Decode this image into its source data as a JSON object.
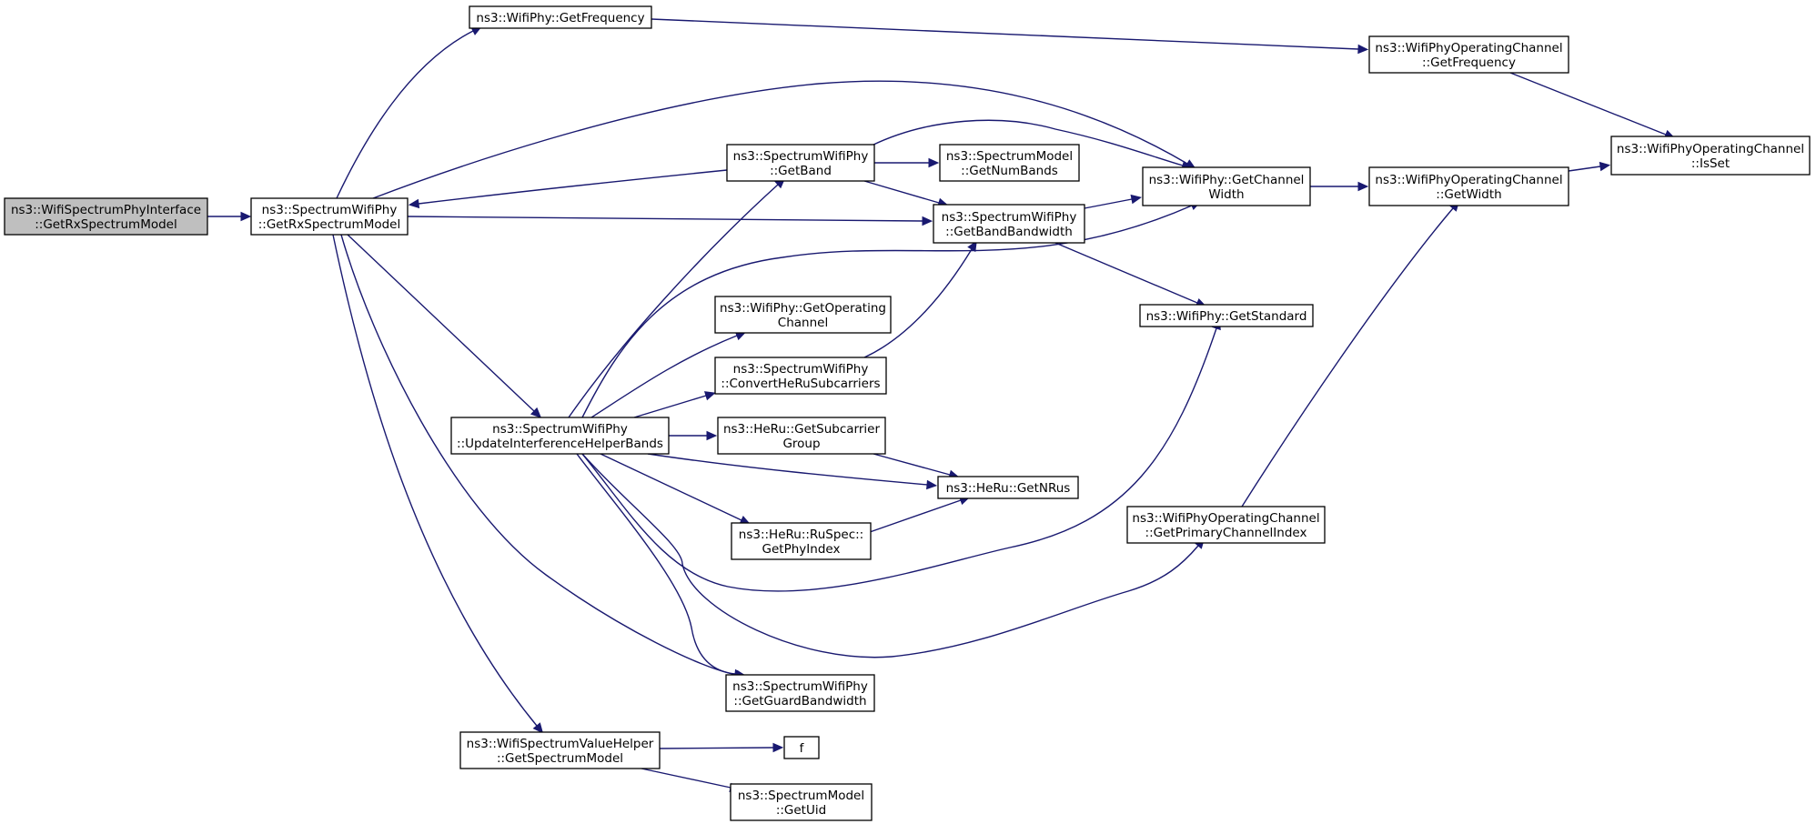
{
  "nodes": [
    {
      "id": "root",
      "lines": [
        "ns3::WifiSpectrumPhyInterface",
        "::GetRxSpectrumModel"
      ],
      "root": true
    },
    {
      "id": "sp_getrx",
      "lines": [
        "ns3::SpectrumWifiPhy",
        "::GetRxSpectrumModel"
      ]
    },
    {
      "id": "wp_getfreq",
      "lines": [
        "ns3::WifiPhy::GetFrequency"
      ]
    },
    {
      "id": "woc_getfreq",
      "lines": [
        "ns3::WifiPhyOperatingChannel",
        "::GetFrequency"
      ]
    },
    {
      "id": "woc_isset",
      "lines": [
        "ns3::WifiPhyOperatingChannel",
        "::IsSet"
      ]
    },
    {
      "id": "sp_getband",
      "lines": [
        "ns3::SpectrumWifiPhy",
        "::GetBand"
      ]
    },
    {
      "id": "sm_numbands",
      "lines": [
        "ns3::SpectrumModel",
        "::GetNumBands"
      ]
    },
    {
      "id": "wp_chwidth",
      "lines": [
        "ns3::WifiPhy::GetChannel",
        "Width"
      ]
    },
    {
      "id": "woc_getwidth",
      "lines": [
        "ns3::WifiPhyOperatingChannel",
        "::GetWidth"
      ]
    },
    {
      "id": "sp_bandbw",
      "lines": [
        "ns3::SpectrumWifiPhy",
        "::GetBandBandwidth"
      ]
    },
    {
      "id": "wp_getopch",
      "lines": [
        "ns3::WifiPhy::GetOperating",
        "Channel"
      ]
    },
    {
      "id": "wp_getstd",
      "lines": [
        "ns3::WifiPhy::GetStandard"
      ]
    },
    {
      "id": "sp_convert",
      "lines": [
        "ns3::SpectrumWifiPhy",
        "::ConvertHeRuSubcarriers"
      ]
    },
    {
      "id": "sp_update",
      "lines": [
        "ns3::SpectrumWifiPhy",
        "::UpdateInterferenceHelperBands"
      ]
    },
    {
      "id": "heru_subgrp",
      "lines": [
        "ns3::HeRu::GetSubcarrier",
        "Group"
      ]
    },
    {
      "id": "heru_nrus",
      "lines": [
        "ns3::HeRu::GetNRus"
      ]
    },
    {
      "id": "heru_phyidx",
      "lines": [
        "ns3::HeRu::RuSpec::",
        "GetPhyIndex"
      ]
    },
    {
      "id": "woc_primary",
      "lines": [
        "ns3::WifiPhyOperatingChannel",
        "::GetPrimaryChannelIndex"
      ]
    },
    {
      "id": "sp_guardbw",
      "lines": [
        "ns3::SpectrumWifiPhy",
        "::GetGuardBandwidth"
      ]
    },
    {
      "id": "wsvh_getsm",
      "lines": [
        "ns3::WifiSpectrumValueHelper",
        "::GetSpectrumModel"
      ]
    },
    {
      "id": "f",
      "lines": [
        "f"
      ]
    },
    {
      "id": "sm_getuid",
      "lines": [
        "ns3::SpectrumModel",
        "::GetUid"
      ]
    }
  ],
  "edges": [
    {
      "from": "root",
      "to": "sp_getrx"
    },
    {
      "from": "sp_getrx",
      "to": "wp_getfreq"
    },
    {
      "from": "sp_getrx",
      "to": "wp_chwidth"
    },
    {
      "from": "sp_getrx",
      "to": "sp_bandbw"
    },
    {
      "from": "sp_getrx",
      "to": "sp_update"
    },
    {
      "from": "sp_getrx",
      "to": "sp_guardbw"
    },
    {
      "from": "sp_getrx",
      "to": "wsvh_getsm"
    },
    {
      "from": "sp_getband",
      "to": "sp_getrx"
    },
    {
      "from": "wp_getfreq",
      "to": "woc_getfreq"
    },
    {
      "from": "woc_getfreq",
      "to": "woc_isset"
    },
    {
      "from": "sp_getband",
      "to": "sm_numbands"
    },
    {
      "from": "sp_getband",
      "to": "wp_chwidth"
    },
    {
      "from": "sp_getband",
      "to": "sp_bandbw"
    },
    {
      "from": "sp_bandbw",
      "to": "wp_chwidth"
    },
    {
      "from": "sp_bandbw",
      "to": "wp_getstd"
    },
    {
      "from": "wp_chwidth",
      "to": "woc_getwidth"
    },
    {
      "from": "woc_getwidth",
      "to": "woc_isset"
    },
    {
      "from": "sp_convert",
      "to": "sp_bandbw"
    },
    {
      "from": "sp_update",
      "to": "sp_getband"
    },
    {
      "from": "sp_update",
      "to": "wp_chwidth"
    },
    {
      "from": "sp_update",
      "to": "wp_getopch"
    },
    {
      "from": "sp_update",
      "to": "sp_convert"
    },
    {
      "from": "sp_update",
      "to": "heru_subgrp"
    },
    {
      "from": "sp_update",
      "to": "heru_nrus"
    },
    {
      "from": "sp_update",
      "to": "heru_phyidx"
    },
    {
      "from": "sp_update",
      "to": "wp_getstd"
    },
    {
      "from": "sp_update",
      "to": "woc_primary"
    },
    {
      "from": "sp_update",
      "to": "sp_guardbw"
    },
    {
      "from": "heru_subgrp",
      "to": "heru_nrus"
    },
    {
      "from": "heru_phyidx",
      "to": "heru_nrus"
    },
    {
      "from": "woc_primary",
      "to": "woc_getwidth"
    },
    {
      "from": "wsvh_getsm",
      "to": "f"
    },
    {
      "from": "wsvh_getsm",
      "to": "sm_getuid"
    }
  ]
}
